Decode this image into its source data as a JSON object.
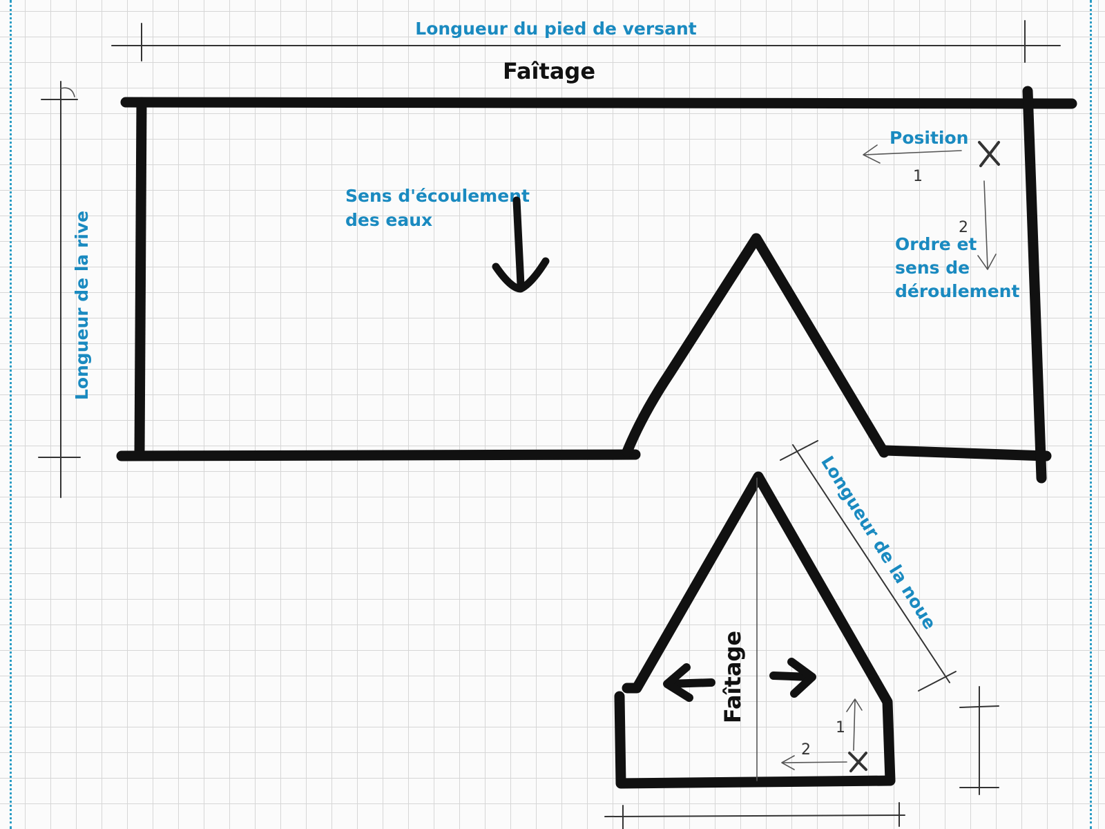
{
  "labels": {
    "top_dimension": "Longueur du pied de versant",
    "ridge_top": "Faîtage",
    "left_dimension": "Longueur de la rive",
    "flow_direction_line1": "Sens d'écoulement",
    "flow_direction_line2": "des eaux",
    "position": "Position",
    "order_line1": "Ordre et",
    "order_line2": "sens de",
    "order_line3": "déroulement",
    "valley_dimension": "Longueur de la noue",
    "ridge_bottom": "Faîtage"
  },
  "sequence_marks": {
    "top_step1": "1",
    "top_step2": "2",
    "bottom_step1": "1",
    "bottom_step2": "2",
    "start_mark_top": "X",
    "start_mark_bottom": "X"
  },
  "colors": {
    "ink": "#111111",
    "annotation_blue": "#1a8ac0",
    "grid": "#d6d6d6",
    "margin_dots": "#2a9cc4"
  }
}
